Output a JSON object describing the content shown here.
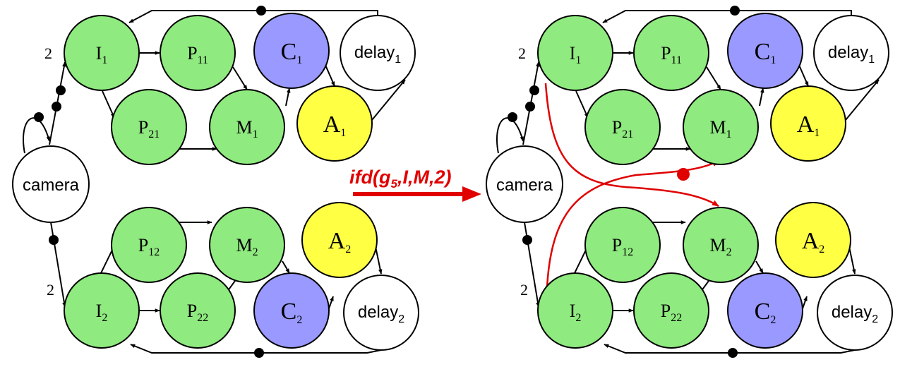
{
  "colors": {
    "green": "#8fea7f",
    "blue": "#9999ff",
    "yellow": "#ffff44",
    "white": "#ffffff",
    "red": "#e00000"
  },
  "nodes": {
    "I1": {
      "base": "I",
      "sub": "1"
    },
    "P11": {
      "base": "P",
      "sub": "11"
    },
    "C1": {
      "base": "C",
      "sub": "1"
    },
    "delay1": {
      "base": "delay",
      "sub": "1"
    },
    "P21": {
      "base": "P",
      "sub": "21"
    },
    "M1": {
      "base": "M",
      "sub": "1"
    },
    "A1": {
      "base": "A",
      "sub": "1"
    },
    "camera": {
      "base": "camera",
      "sub": ""
    },
    "P12": {
      "base": "P",
      "sub": "12"
    },
    "M2": {
      "base": "M",
      "sub": "2"
    },
    "A2": {
      "base": "A",
      "sub": "2"
    },
    "I2": {
      "base": "I",
      "sub": "2"
    },
    "P22": {
      "base": "P",
      "sub": "22"
    },
    "C2": {
      "base": "C",
      "sub": "2"
    },
    "delay2": {
      "base": "delay",
      "sub": "2"
    }
  },
  "weights": {
    "camera_to_I1": "2",
    "camera_to_I2": "2"
  },
  "transformation": {
    "prefix": "ifd(g",
    "sub": "5",
    "suffix": ",I,M,2)"
  }
}
